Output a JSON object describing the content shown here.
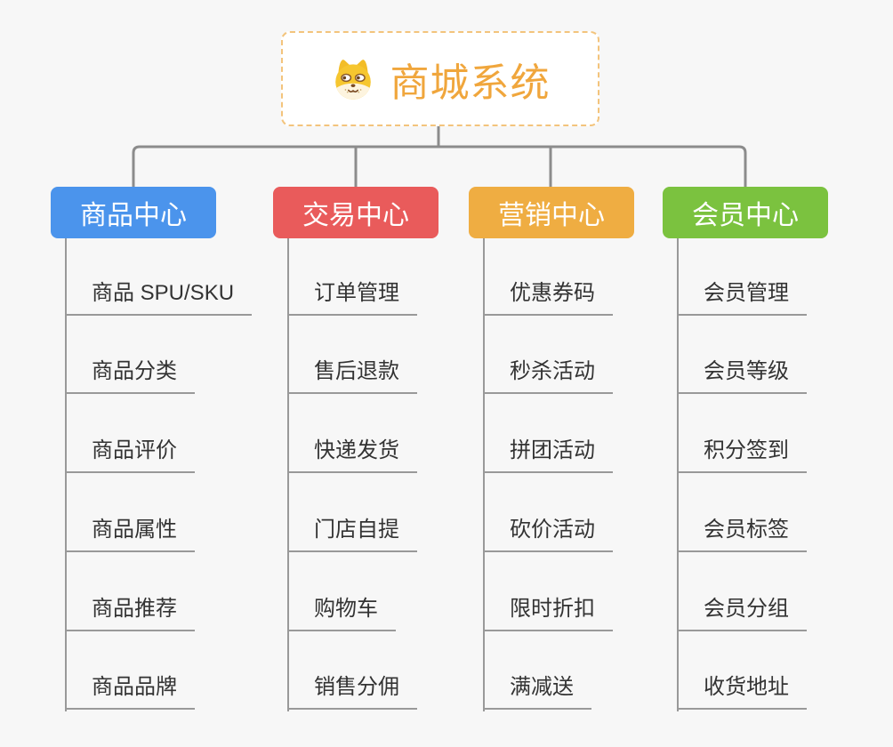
{
  "root": {
    "title": "商城系统",
    "icon": "dog-face-icon",
    "title_color": "#f0a63c",
    "border_color": "#f3c47c"
  },
  "branches": [
    {
      "label": "商品中心",
      "color": "#4b94ec",
      "children": [
        "商品 SPU/SKU",
        "商品分类",
        "商品评价",
        "商品属性",
        "商品推荐",
        "商品品牌"
      ]
    },
    {
      "label": "交易中心",
      "color": "#e95b5b",
      "children": [
        "订单管理",
        "售后退款",
        "快递发货",
        "门店自提",
        "购物车",
        "销售分佣"
      ]
    },
    {
      "label": "营销中心",
      "color": "#efad42",
      "children": [
        "优惠券码",
        "秒杀活动",
        "拼团活动",
        "砍价活动",
        "限时折扣",
        "满减送"
      ]
    },
    {
      "label": "会员中心",
      "color": "#7bc23f",
      "children": [
        "会员管理",
        "会员等级",
        "积分签到",
        "会员标签",
        "会员分组",
        "收货地址"
      ]
    }
  ],
  "colors": {
    "background": "#f7f7f7",
    "connector": "#8c8c8c",
    "leaf_line": "#999999",
    "leaf_text": "#333333",
    "node_text": "#ffffff"
  }
}
